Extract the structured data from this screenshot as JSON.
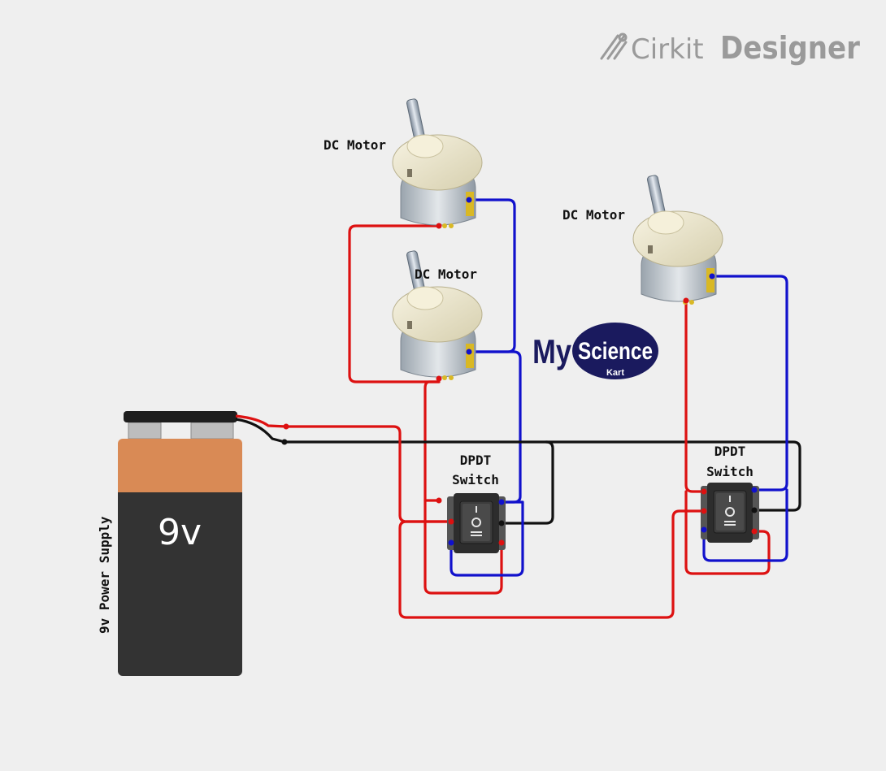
{
  "brand": {
    "part1": "Cirkit",
    "part2": "Designer"
  },
  "logo": {
    "my": "My",
    "science": "Science",
    "kart": "Kart"
  },
  "battery": {
    "value": "9v",
    "label": "9v Power Supply"
  },
  "components": {
    "motor1": "DC Motor",
    "motor2": "DC Motor",
    "motor3": "DC Motor",
    "switch1_line1": "DPDT",
    "switch1_line2": "Switch",
    "switch2_line1": "DPDT",
    "switch2_line2": "Switch"
  },
  "colors": {
    "background": "#efefef",
    "wire_red": "#dd1111",
    "wire_blue": "#1111cc",
    "wire_black": "#111111",
    "battery_top": "#d98a55",
    "battery_body": "#333333",
    "motor_body": "#ece7cf",
    "logo_navy": "#1a1a5e"
  }
}
